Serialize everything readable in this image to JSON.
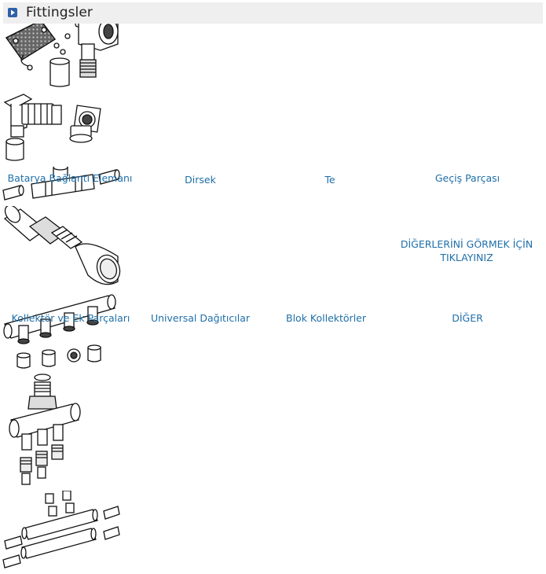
{
  "header": {
    "title": "Fittingsler",
    "icon": "arrow-right-icon"
  },
  "colors": {
    "link": "#1f6fa8",
    "header_bg": "#efefef",
    "header_icon": "#2f5fa8"
  },
  "products": [
    {
      "label": "Batarya Bağlantı Elemanı",
      "icon": "wall-plate-elbow-icon"
    },
    {
      "label": "Dirsek",
      "icon": "elbow-fitting-icon"
    },
    {
      "label": "Te",
      "icon": "tee-fitting-icon"
    },
    {
      "label": "Geçiş Parçası",
      "icon": "transition-fitting-icon"
    },
    {
      "label": "Kollektör ve Ek Parçaları",
      "icon": "manifold-icon"
    },
    {
      "label": "Universal Dağıtıcılar",
      "icon": "universal-distributor-icon"
    },
    {
      "label": "Blok Kollektörler",
      "icon": "block-manifold-icon"
    }
  ],
  "more": {
    "text": "DİĞERLERİNİ GÖRMEK İÇİN TIKLAYINIZ",
    "label": "DİĞER"
  }
}
